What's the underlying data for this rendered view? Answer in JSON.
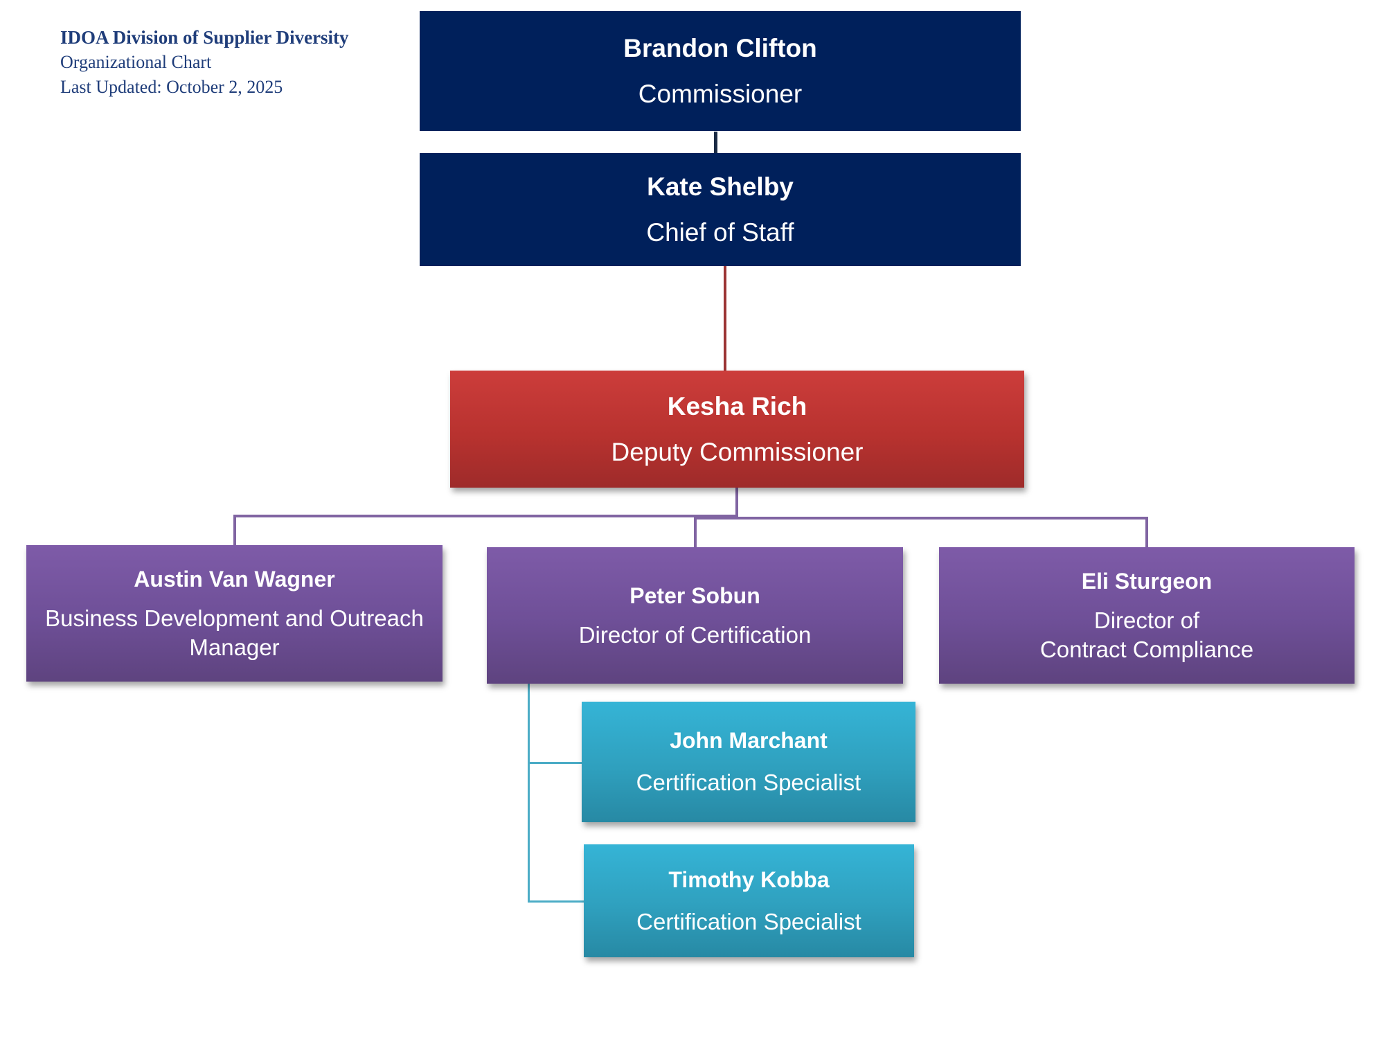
{
  "header": {
    "title": "IDOA Division of Supplier Diversity",
    "subtitle": "Organizational Chart",
    "updated": "Last Updated: October 2, 2025"
  },
  "colors": {
    "executive": "#00205b",
    "deputy": "#c0392b",
    "director": "#7254a0",
    "specialist": "#31a7c9"
  },
  "org": {
    "commissioner": {
      "name": "Brandon Clifton",
      "role": "Commissioner"
    },
    "chief_of_staff": {
      "name": "Kate Shelby",
      "role": "Chief of Staff"
    },
    "deputy": {
      "name": "Kesha Rich",
      "role": "Deputy Commissioner"
    },
    "directors": [
      {
        "name": "Austin Van Wagner",
        "role_line1": "Business Development and Outreach",
        "role_line2": "Manager"
      },
      {
        "name": "Peter Sobun",
        "role_line1": "Director of Certification",
        "role_line2": ""
      },
      {
        "name": "Eli Sturgeon",
        "role_line1": "Director of",
        "role_line2": "Contract Compliance"
      }
    ],
    "specialists": [
      {
        "name": "John Marchant",
        "role": "Certification Specialist",
        "reports_to": "Peter Sobun"
      },
      {
        "name": "Timothy Kobba",
        "role": "Certification Specialist",
        "reports_to": "Peter Sobun"
      }
    ]
  }
}
